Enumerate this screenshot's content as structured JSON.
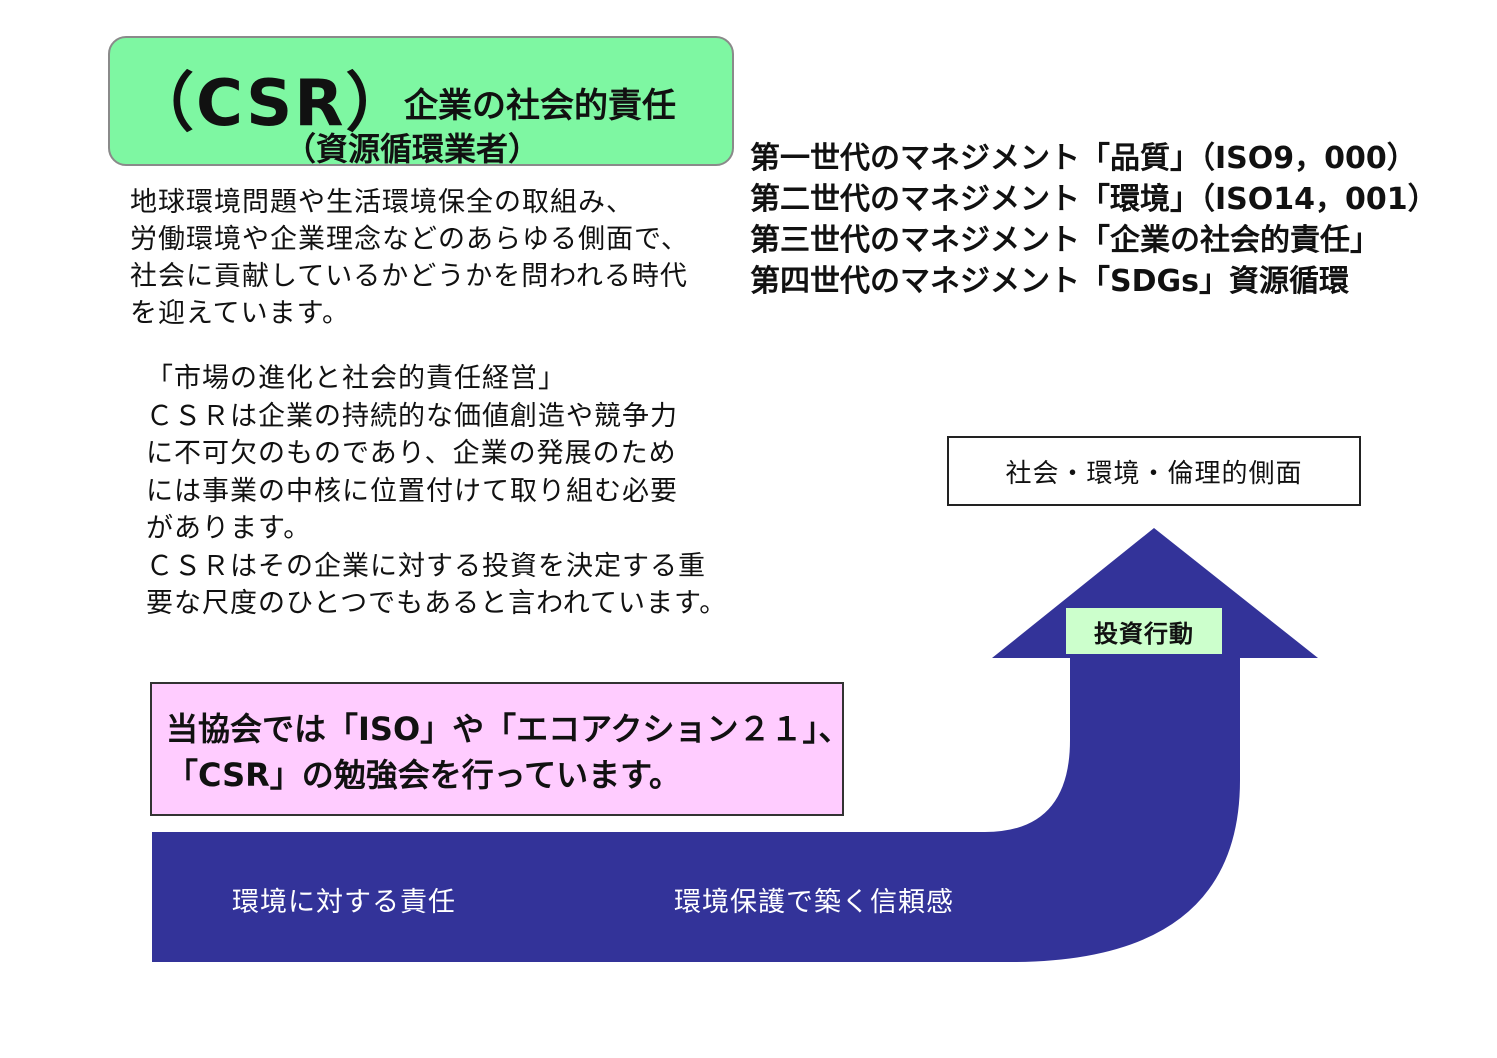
{
  "title": {
    "main": "（CSR）",
    "sub": "企業の社会的責任",
    "sub2": "（資源循環業者）"
  },
  "generations": [
    "第一世代のマネジメント「品質」（ISO9，000）",
    "第二世代のマネジメント「環境」（ISO14，001）",
    "第三世代のマネジメント「企業の社会的責任」",
    "第四世代のマネジメント「SDGs」資源循環"
  ],
  "intro_lines": [
    "地球環境問題や生活環境保全の取組み、",
    "労働環境や企業理念などのあらゆる側面で、",
    "社会に貢献しているかどうかを問われる時代",
    "を迎えています。"
  ],
  "market_lines": [
    "「市場の進化と社会的責任経営」",
    "ＣＳＲは企業の持続的な価値創造や競争力",
    "に不可欠のものであり、企業の発展のため",
    "には事業の中核に位置付けて取り組む必要",
    "があります。",
    "ＣＳＲはその企業に対する投資を決定する重",
    "要な尺度のひとつでもあると言われています。"
  ],
  "social_box": "社会・環境・倫理的側面",
  "notice_lines": [
    "当協会では「ISO」や「エコアクション２１」、",
    "「CSR」の勉強会を行っています。"
  ],
  "arrow": {
    "label": "投資行動",
    "band_left": "環境に対する責任",
    "band_right": "環境保護で築く信頼感",
    "color": "#333399"
  },
  "colors": {
    "title_bg": "#7ef7a2",
    "notice_bg": "#ffccff",
    "label_bg": "#ccffcc"
  }
}
